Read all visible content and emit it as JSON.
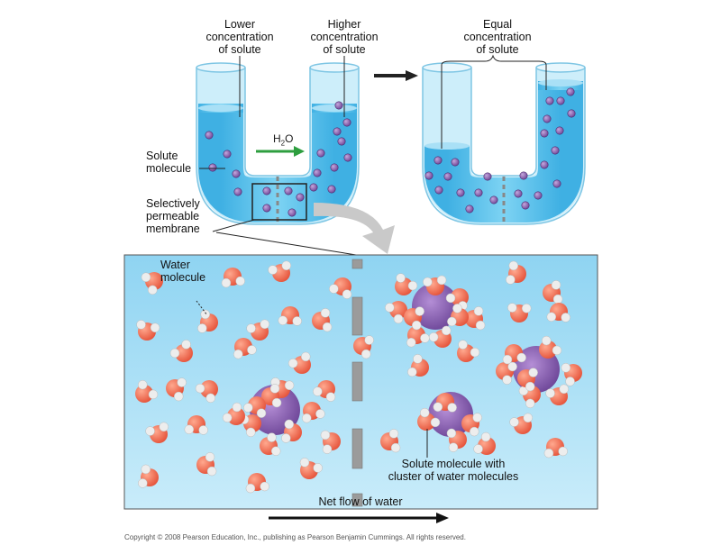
{
  "labels": {
    "lower_conc": [
      "Lower",
      "concentration",
      "of solute"
    ],
    "higher_conc": [
      "Higher",
      "concentration",
      "of solute"
    ],
    "equal_conc": [
      "Equal",
      "concentration",
      "of solute"
    ],
    "solute_molecule": [
      "Solute",
      "molecule"
    ],
    "membrane": [
      "Selectively",
      "permeable",
      "membrane"
    ],
    "water_molecule": [
      "Water",
      "molecule"
    ],
    "cluster": [
      "Solute molecule with",
      "cluster of water molecules"
    ],
    "net_flow": "Net flow of water",
    "h2o_main": "H",
    "h2o_sub": "2",
    "h2o_tail": "O",
    "copyright": "Copyright © 2008 Pearson Education, Inc., publishing as Pearson Benjamin Cummings. All rights reserved."
  },
  "colors": {
    "water_fill": "#59c2ec",
    "water_light": "#a9e0f6",
    "tube_glass": "#c8ecf9",
    "solute": "#8a5fb0",
    "membrane": "#9a9a9a",
    "arrow_green": "#2e9e3f",
    "oxygen": "#ee6a4e",
    "hydrogen": "#e9e9e9"
  },
  "icons": [
    "process-arrow-icon",
    "h2o-flow-arrow-icon",
    "zoom-arrow-icon",
    "net-flow-arrow-icon"
  ]
}
